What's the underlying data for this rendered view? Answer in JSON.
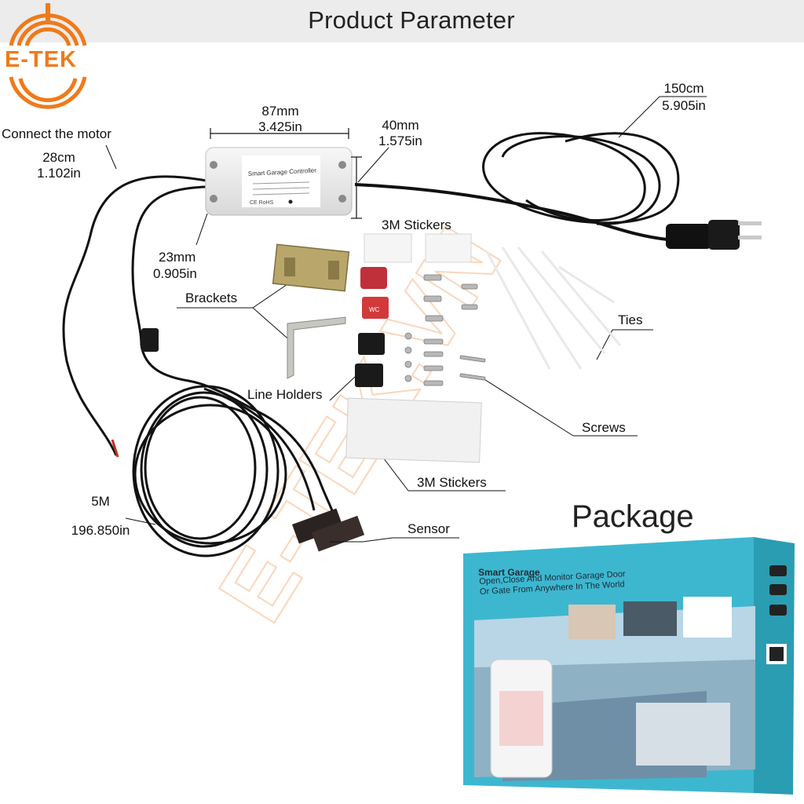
{
  "header": {
    "title": "Product Parameter"
  },
  "logo": {
    "text": "E-TEK",
    "color": "#f07a1a"
  },
  "watermark": "E-TEK.VN",
  "controller": {
    "title": "Smart Garage Controller",
    "ce": "CE RoHS"
  },
  "labels": {
    "width_mm": "87mm",
    "width_in": "3.425in",
    "height_mm": "40mm",
    "height_in": "1.575in",
    "depth_mm": "23mm",
    "depth_in": "0.905in",
    "motor": "Connect the motor",
    "motor_cm": "28cm",
    "motor_in": "1.102in",
    "cable_cm": "150cm",
    "cable_in": "5.905in",
    "stickers_top": "3M Stickers",
    "stickers_bottom": "3M Stickers",
    "brackets": "Brackets",
    "line_holders": "Line Holders",
    "ties": "Ties",
    "screws": "Screws",
    "sensor_len": "5M",
    "sensor_in": "196.850in",
    "sensor": "Sensor"
  },
  "package": {
    "title": "Package",
    "brand": "Smart Garage",
    "tagline": "Open,Close And Monitor Garage Door Or Gate From Anywhere In  The World"
  },
  "colors": {
    "box_blue": "#3db7cf",
    "cable": "#111111",
    "orange": "#f07a1a"
  }
}
